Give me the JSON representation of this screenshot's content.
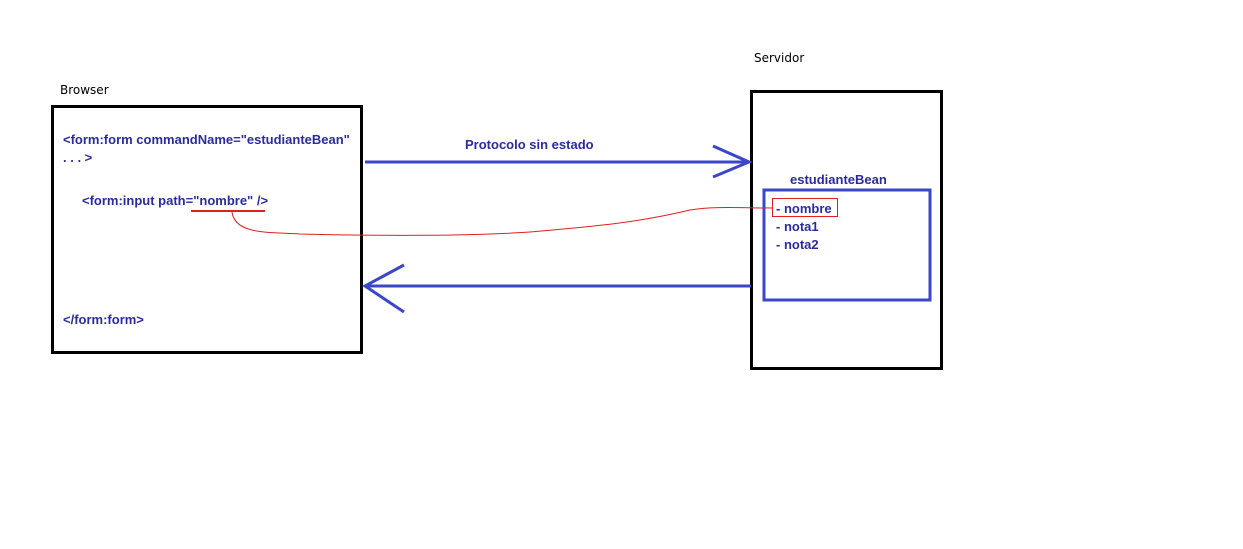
{
  "browser": {
    "title": "Browser",
    "code_line1": "<form:form  commandName=\"estudianteBean\"",
    "code_line2": ". . . >",
    "code_input_prefix": "<form:input path=",
    "code_input_value": "\"nombre\"",
    "code_input_suffix": " />",
    "code_close": "</form:form>"
  },
  "server": {
    "title": "Servidor",
    "bean_title": "estudianteBean",
    "fields": [
      "- nombre",
      "- nota1",
      "- nota2"
    ]
  },
  "arrows": {
    "request_label": "Protocolo sin estado"
  },
  "colors": {
    "box_border": "#000000",
    "arrow": "#3c46c8",
    "text": "#2b2b9c",
    "binding": "#e02020"
  }
}
